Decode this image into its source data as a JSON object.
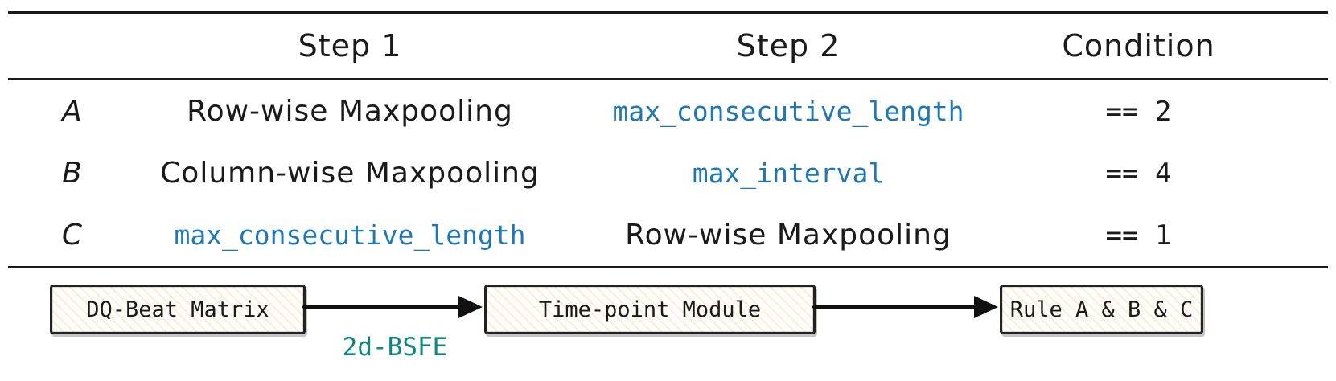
{
  "table": {
    "headers": {
      "step1": "Step 1",
      "step2": "Step 2",
      "condition": "Condition"
    },
    "rows": [
      {
        "label": "A",
        "step1": "Row-wise Maxpooling",
        "step2": "max_consecutive_length",
        "condition": "== 2"
      },
      {
        "label": "B",
        "step1": "Column-wise Maxpooling",
        "step2": "max_interval",
        "condition": "== 4"
      },
      {
        "label": "C",
        "step1": "max_consecutive_length",
        "step2": "Row-wise Maxpooling",
        "condition": "== 1"
      }
    ]
  },
  "diagram": {
    "box1": "DQ-Beat Matrix",
    "box2": "Time-point Module",
    "box3": "Rule A & B & C",
    "arrow1_label": "2d-BSFE"
  },
  "colors": {
    "code_blue": "#1f77b4",
    "arrow_label_teal": "#12867e",
    "ink": "#1a1a1a"
  }
}
